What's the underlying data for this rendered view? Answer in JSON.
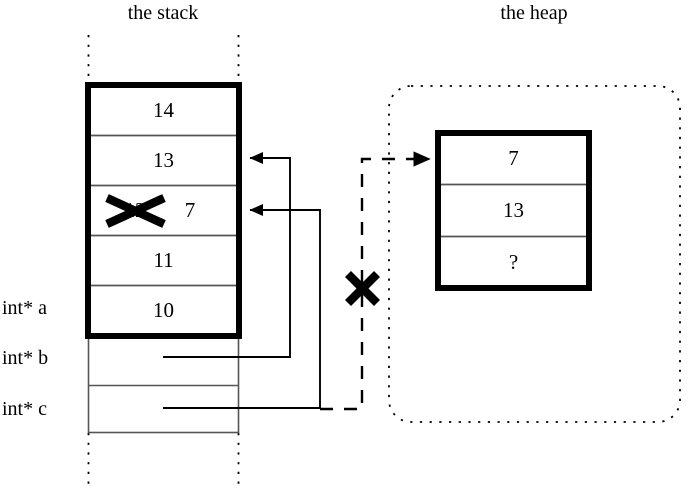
{
  "figure": {
    "background_color": "#ffffff",
    "ink_color": "#000000",
    "stack_title": "the stack",
    "heap_title": "the heap"
  },
  "stack": {
    "title": "the stack",
    "allocated_cells": [
      {
        "value": "14",
        "struck_out": false
      },
      {
        "value": "13",
        "struck_out": false
      },
      {
        "value": "12",
        "struck_out": true,
        "replacement": "7"
      },
      {
        "value": "11",
        "struck_out": false
      },
      {
        "value": "10",
        "struck_out": false
      }
    ],
    "struck_cell_new_value": "7",
    "pointer_cells": [
      {
        "label": "int* a",
        "value": ""
      },
      {
        "label": "int* b",
        "value": ""
      },
      {
        "label": "int* c",
        "value": ""
      }
    ]
  },
  "heap": {
    "title": "the heap",
    "cells": [
      {
        "value": "7"
      },
      {
        "value": "13"
      },
      {
        "value": "?"
      }
    ]
  },
  "annotations": {
    "cross_out_marks": [
      {
        "name": "stack-value-12-crossout",
        "target": "12"
      },
      {
        "name": "heap-pointer-crossout",
        "target": "int* c"
      }
    ],
    "arrows": [
      {
        "name": "pointer-b-to-stack-13",
        "from": "int* b",
        "to": "stack cell 13",
        "style": "solid"
      },
      {
        "name": "pointer-c-to-stack-12",
        "from": "int* c",
        "to": "stack cell 12",
        "style": "solid"
      },
      {
        "name": "pointer-c-to-heap",
        "from": "int* c",
        "to": "heap cell 7",
        "style": "dashed"
      }
    ]
  }
}
